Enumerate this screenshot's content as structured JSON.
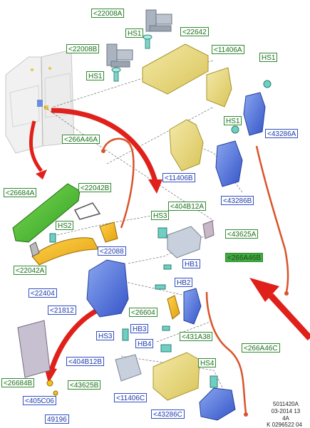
{
  "labels": {
    "l22008A_top": "<22008A",
    "l22008B": "<22008B",
    "l22642": "<22642",
    "l11406A": "<11406A",
    "lHS1_a": "HS1",
    "lHS1_b": "HS1",
    "lHS1_c": "HS1",
    "l43286A": "<43286A",
    "l11406B": "<11406B",
    "l43286B": "<43286B",
    "l266A46A": "<266A46A",
    "l26684A": "<26684A",
    "l22042B": "<22042B",
    "lHS2": "HS2",
    "l22088": "<22088",
    "l22042A": "<22042A",
    "l22404": "<22404",
    "lHS3_a": "HS3",
    "l404B12A": "<404B12A",
    "l43625A": "<43625A",
    "l266A46B": "<266A46B",
    "lHB1": "HB1",
    "lHB2": "HB2",
    "l21812": "<21812",
    "l26604": "<26604",
    "lHB3": "HB3",
    "lHS3_b": "HS3",
    "l431A38": "<431A38",
    "lHB4": "HB4",
    "l266A46C": "<266A46C",
    "l404B12B": "<404B12B",
    "l43625B": "<43625B",
    "lHS4": "HS4",
    "l11406C": "<11406C",
    "l26684B": "<26684B",
    "l405C06": "<405C06",
    "l49196": "49196",
    "l43286C": "<43286C"
  },
  "footer": {
    "ref1": "5011420A",
    "ref2": "03-2014 13",
    "ref3": "4A",
    "ref4": "K 0296522 04"
  },
  "colors": {
    "green_label": "#2e8b2e",
    "blue_label": "#2f4fc6",
    "highlight": "#3faa3f",
    "arrow_red": "#e0201a",
    "yellow_part": "#e8d77a",
    "blue_part": "#5577dd",
    "green_part": "#44bb33",
    "orange_handle": "#f2b51c",
    "cable_red": "#d9542a"
  }
}
